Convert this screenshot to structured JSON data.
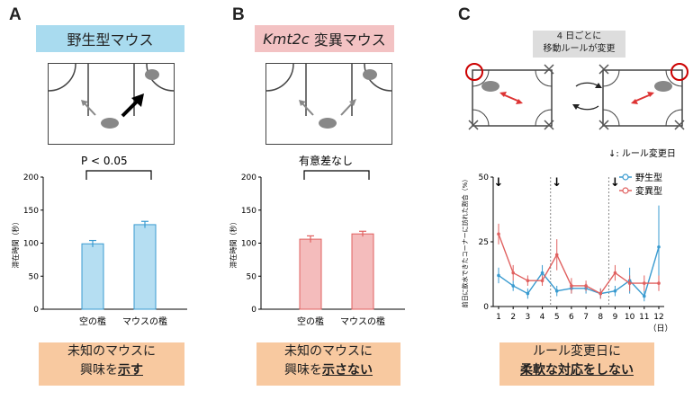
{
  "panels": {
    "a": {
      "letter": "A",
      "title": "野生型マウス",
      "sig": "P < 0.05",
      "conclusion_line1": "未知のマウスに",
      "conclusion_line2_prefix": "興味を",
      "conclusion_line2_emph": "示す"
    },
    "b": {
      "letter": "B",
      "title_italic": "Kmt2c",
      "title_rest": " 変異マウス",
      "sig": "有意差なし",
      "conclusion_line1": "未知のマウスに",
      "conclusion_line2_prefix": "興味を",
      "conclusion_line2_emph": "示さない"
    },
    "c": {
      "letter": "C",
      "rule_line1": "4 日ごとに",
      "rule_line2": "移動ルールが変更",
      "arrow_legend": "↓: ルール変更日",
      "conclusion_line1": "ルール変更日に",
      "conclusion_line2_emph": "柔軟な対応をしない"
    }
  },
  "colors": {
    "wt": "#3a9bd0",
    "wt_fill": "#b5def2",
    "mut": "#e0605f",
    "mut_fill": "#f4bcbc",
    "conclusion_bg": "#f8c9a0"
  },
  "chart_data": [
    {
      "type": "bar",
      "ylabel": "滞在時間（秒）",
      "ylim": [
        0,
        200
      ],
      "yticks": [
        0,
        50,
        100,
        150,
        200
      ],
      "categories": [
        "空の檻",
        "マウスの檻"
      ],
      "values": [
        99,
        128
      ],
      "errors": [
        5,
        5
      ],
      "color": "wt"
    },
    {
      "type": "bar",
      "ylabel": "滞在時間（秒）",
      "ylim": [
        0,
        200
      ],
      "yticks": [
        0,
        50,
        100,
        150,
        200
      ],
      "categories": [
        "空の檻",
        "マウスの檻"
      ],
      "values": [
        106,
        114
      ],
      "errors": [
        5,
        4
      ],
      "color": "mut"
    },
    {
      "type": "line",
      "ylabel": "前日に飲水できたコーナーに訪れた割合（%）",
      "xlabel": "（日）",
      "x": [
        1,
        2,
        3,
        4,
        5,
        6,
        7,
        8,
        9,
        10,
        11,
        12
      ],
      "ylim": [
        0,
        50
      ],
      "yticks": [
        0,
        25,
        50
      ],
      "rule_change_days": [
        1,
        5,
        9
      ],
      "series": [
        {
          "name": "野生型",
          "color": "wt",
          "values": [
            12,
            8,
            5,
            13,
            6,
            7,
            7,
            5,
            6,
            10,
            4,
            23
          ],
          "errors": [
            3,
            2,
            2,
            3,
            2,
            2,
            2,
            2,
            2,
            5,
            2,
            16
          ]
        },
        {
          "name": "変異型",
          "color": "mut",
          "values": [
            28,
            13,
            10,
            10,
            20,
            8,
            8,
            5,
            13,
            9,
            9,
            9
          ],
          "errors": [
            4,
            3,
            2,
            2,
            6,
            3,
            2,
            2,
            3,
            3,
            3,
            3
          ]
        }
      ]
    }
  ]
}
